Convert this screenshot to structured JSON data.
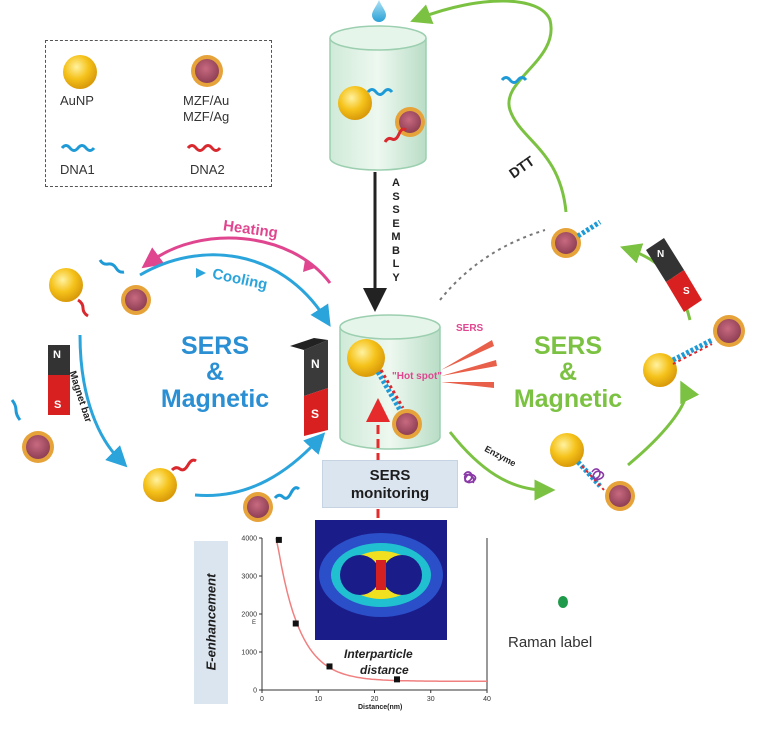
{
  "legend": {
    "aunp_label": "AuNP",
    "mzf_label_1": "MZF/Au",
    "mzf_label_2": "MZF/Ag",
    "dna1_label": "DNA1",
    "dna2_label": "DNA2"
  },
  "left_cycle": {
    "heating_label": "Heating",
    "cooling_label": "Cooling",
    "magnet_bar_label": "Magnet bar",
    "title_line1": "SERS",
    "title_line2": "&",
    "title_line3": "Magnetic"
  },
  "right_cycle": {
    "title_line1": "SERS",
    "title_line2": "&",
    "title_line3": "Magnetic",
    "dtt_label": "DTT",
    "enzyme_label": "Enzyme"
  },
  "center": {
    "assembly_letters": [
      "A",
      "S",
      "S",
      "E",
      "M",
      "B",
      "L",
      "Y"
    ],
    "sers_label": "SERS",
    "hot_spot_label": "\"Hot spot\"",
    "sers_monitoring_line1": "SERS",
    "sers_monitoring_line2": "monitoring"
  },
  "magnet": {
    "north": "N",
    "south": "S"
  },
  "graph": {
    "y_axis_label": "E-enhancement",
    "y_small_label": "E",
    "x_axis_label": "Distance(nm)",
    "inset_label_line1": "Interparticle",
    "inset_label_line2": "distance"
  },
  "raman_label": "Raman label",
  "colors": {
    "blue_text": "#2b8fd3",
    "green_text": "#7cc242",
    "heating_pink": "#e0468f",
    "cooling_blue": "#2ba4dc",
    "green_arrow": "#7cc242",
    "aunp_gold": "#f5c21a",
    "mzf_core": "#b0506a",
    "mzf_shell": "#e6a33a",
    "dna1": "#1e9ad6",
    "dna2": "#d9282e"
  },
  "chart_data": {
    "type": "scatter",
    "xlabel": "Distance(nm)",
    "ylabel": "E-enhancement",
    "xlim": [
      0,
      40
    ],
    "ylim": [
      0,
      4000
    ],
    "x_ticks": [
      0,
      10,
      20,
      30,
      40
    ],
    "y_ticks": [
      0,
      1000,
      2000,
      3000,
      4000
    ],
    "series": [
      {
        "x": [
          3,
          6,
          12,
          24
        ],
        "y": [
          3950,
          1750,
          620,
          280
        ]
      }
    ],
    "fit_curve": true
  }
}
